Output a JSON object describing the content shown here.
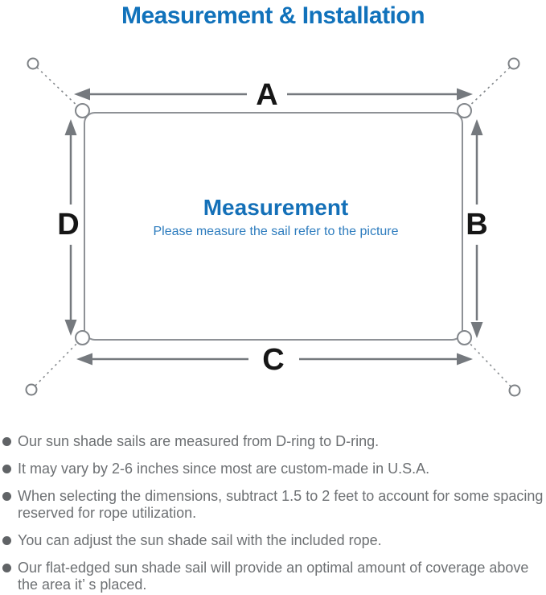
{
  "title": "Measurement & Installation",
  "diagram": {
    "labels": {
      "top": "A",
      "right": "B",
      "bottom": "C",
      "left": "D"
    },
    "center_heading": "Measurement",
    "center_subtitle": "Please measure the sail refer to the picture"
  },
  "colors": {
    "title_blue": "#1172bb",
    "heading_blue": "#1470b8",
    "subtitle_blue": "#2d7cbe",
    "outline_gray": "#8e9196",
    "arrow_gray": "#75797e",
    "label_black": "#161616",
    "note_gray": "#6d7073"
  },
  "notes": [
    "Our sun shade sails are measured from D-ring to D-ring.",
    "It may vary by 2-6 inches since most are custom-made in U.S.A.",
    "When selecting the dimensions, subtract 1.5 to 2 feet to account for some spacing reserved for rope utilization.",
    "You can adjust the sun shade sail with the included rope.",
    "Our flat-edged sun shade sail will provide an optimal amount of coverage above the area it’ s placed."
  ]
}
